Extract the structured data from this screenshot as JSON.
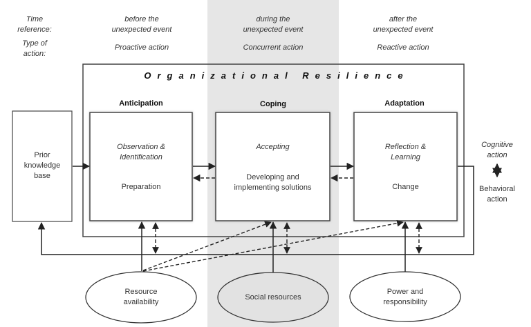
{
  "header": {
    "time_reference_label": "Time\nreference:",
    "type_of_action_label": "Type of\naction:",
    "phases": [
      {
        "time": "before the\nunexpected event",
        "action": "Proactive action"
      },
      {
        "time": "during the\nunexpected event",
        "action": "Concurrent action"
      },
      {
        "time": "after the\nunexpected event",
        "action": "Reactive action"
      }
    ]
  },
  "frame_title": "Organizational Resilience",
  "prior_knowledge": "Prior\nknowledge\nbase",
  "stages": [
    {
      "name": "Anticipation",
      "cognitive": "Observation &\nIdentification",
      "behavioral": "Preparation"
    },
    {
      "name": "Coping",
      "cognitive": "Accepting",
      "behavioral": "Developing and\nimplementing solutions"
    },
    {
      "name": "Adaptation",
      "cognitive": "Reflection &\nLearning",
      "behavioral": "Change"
    }
  ],
  "legend": {
    "cognitive": "Cognitive\naction",
    "behavioral": "Behavioral\naction"
  },
  "resources": [
    {
      "label": "Resource\navailability"
    },
    {
      "label": "Social resources"
    },
    {
      "label": "Power and\nresponsibility"
    }
  ],
  "colors": {
    "band": "#e6e6e6",
    "line": "#222222",
    "social_fill": "#e2e2e2"
  }
}
